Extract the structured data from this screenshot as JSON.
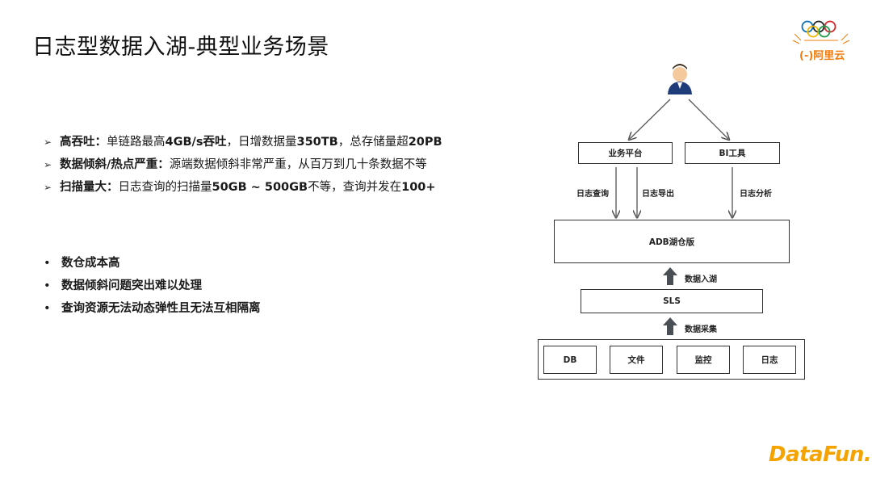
{
  "slide": {
    "title": "日志型数据入湖-典型业务场景"
  },
  "challenges": [
    {
      "marker": "➢",
      "bold": "高吞吐：",
      "text": "单链路最高",
      "bold2": "4GB/s吞吐",
      "text2": "，日增数据量",
      "bold3": "350TB",
      "text3": "，总存储量超",
      "bold4": "20PB"
    },
    {
      "marker": "➢",
      "bold": "数据倾斜/热点严重：",
      "text": "源端数据倾斜非常严重，从百万到几十条数据不等",
      "bold2": "",
      "text2": "",
      "bold3": "",
      "text3": "",
      "bold4": ""
    },
    {
      "marker": "➢",
      "bold": "扫描量大：",
      "text": "日志查询的扫描量",
      "bold2": "50GB ~ 500GB",
      "text2": "不等，查询并发在",
      "bold3": "100+",
      "text3": "",
      "bold4": ""
    }
  ],
  "problems": [
    {
      "marker": "•",
      "text": "数仓成本高"
    },
    {
      "marker": "•",
      "text": "数据倾斜问题突出难以处理"
    },
    {
      "marker": "•",
      "text": "查询资源无法动态弹性且无法互相隔离"
    }
  ],
  "diagram": {
    "top_left_box": "业务平台",
    "top_right_box": "BI工具",
    "edge_query": "日志查询",
    "edge_export": "日志导出",
    "edge_analysis": "日志分析",
    "lake_box": "ADB湖仓版",
    "ingest_label": "数据入湖",
    "sls_box": "SLS",
    "collect_label": "数据采集",
    "sources": [
      "DB",
      "文件",
      "监控",
      "日志"
    ]
  },
  "branding": {
    "aliyun_text": "阿里云",
    "aliyun_prefix": "(-)",
    "datafun_text": "DataFun.",
    "aliyun_color": "#f07c10",
    "datafun_color": "#f5a300"
  }
}
